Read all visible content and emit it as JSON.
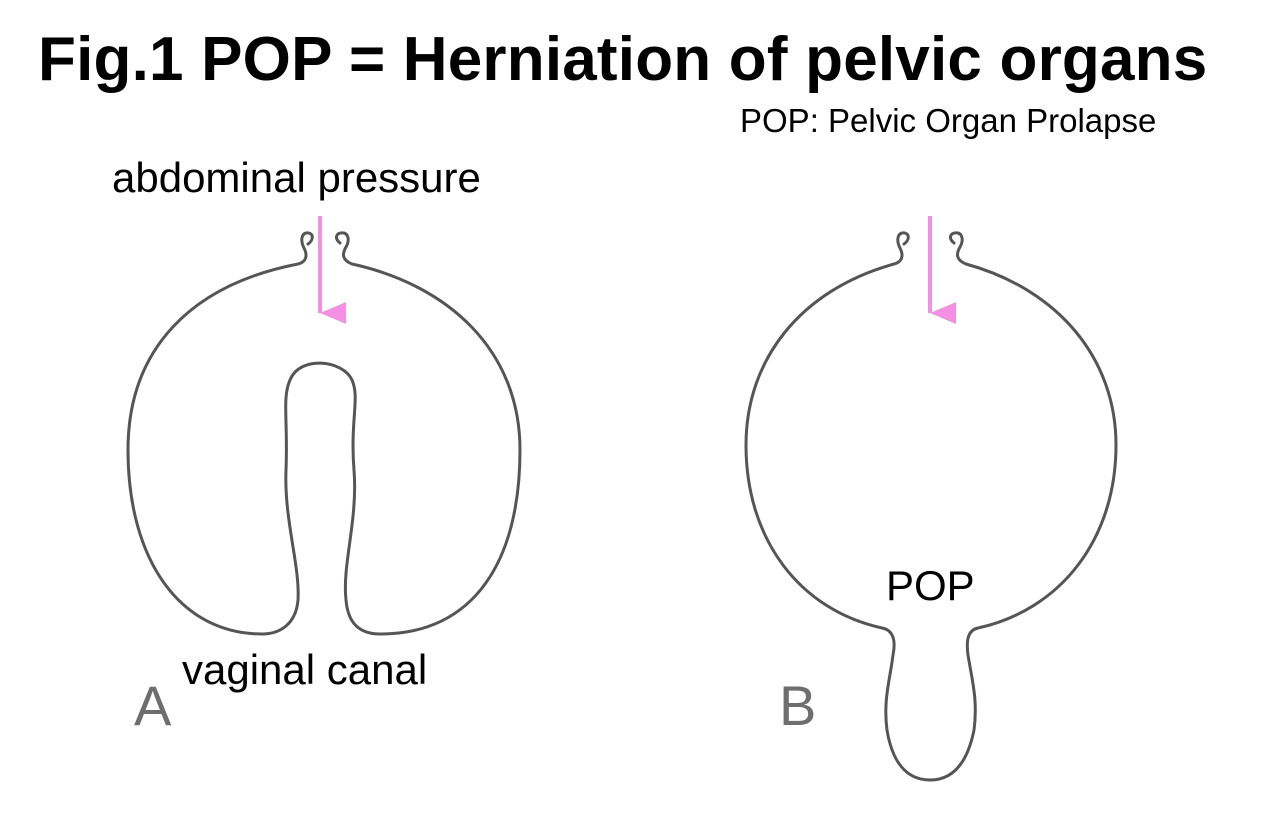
{
  "title": "Fig.1 POP = Herniation of pelvic organs",
  "abbreviation_note": "POP: Pelvic Organ Prolapse",
  "panel_a": {
    "letter": "A",
    "pressure_label": "abdominal pressure",
    "canal_label": "vaginal canal"
  },
  "panel_b": {
    "letter": "B",
    "prolapse_label": "POP"
  },
  "colors": {
    "outline": "#555555",
    "pressure_arrow": "#f48fe3",
    "panel_letter": "#6e6e6e",
    "text": "#000000"
  }
}
